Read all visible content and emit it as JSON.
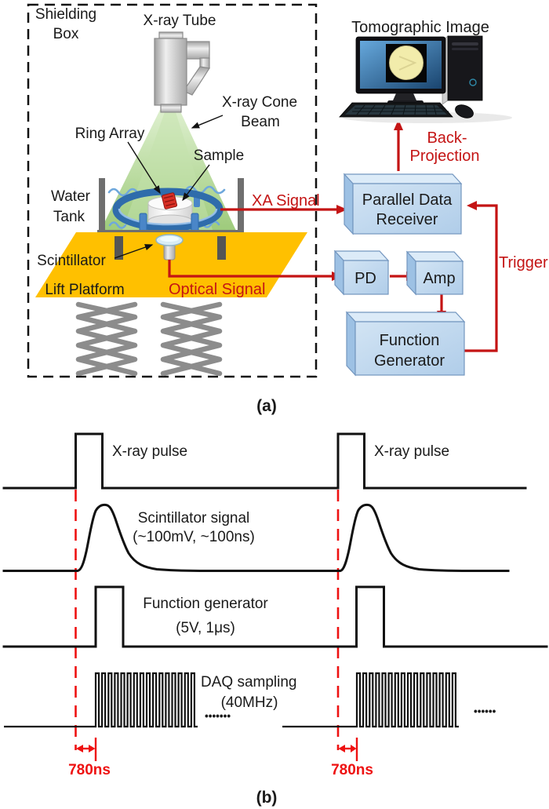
{
  "panel_a": {
    "caption": "(a)",
    "labels": {
      "shielding_line1": "Shielding",
      "shielding_line2": "Box",
      "xray_tube": "X-ray Tube",
      "cone_line1": "X-ray Cone",
      "cone_line2": "Beam",
      "ring_array": "Ring Array",
      "sample": "Sample",
      "water_line1": "Water",
      "water_line2": "Tank",
      "scintillator": "Scintillator",
      "lift_platform": "Lift Platform",
      "tomographic_image": "Tomographic Image"
    },
    "signals": {
      "xa": "XA Signal",
      "optical": "Optical Signal",
      "back_projection_line1": "Back-",
      "back_projection_line2": "Projection",
      "trigger": "Trigger"
    },
    "blocks": {
      "receiver_line1": "Parallel Data",
      "receiver_line2": "Receiver",
      "pd": "PD",
      "amp": "Amp",
      "generator_line1": "Function",
      "generator_line2": "Generator"
    }
  },
  "panel_b": {
    "caption": "(b)",
    "xray_pulse_label_1": "X-ray pulse",
    "xray_pulse_label_2": "X-ray pulse",
    "scint_line1": "Scintillator signal",
    "scint_line2": "(~100mV, ~100ns)",
    "fg_line1": "Function generator",
    "fg_line2": "(5V, 1μs)",
    "daq_line1": "DAQ sampling",
    "daq_line2": "(40MHz)",
    "delay_1": "780ns",
    "delay_2": "780ns",
    "ellipsis_1": "•••••••",
    "ellipsis_2": "••••••"
  },
  "colors": {
    "annotation_red_a": "#c41414",
    "annotation_red_b": "#ee1111",
    "block_fill": "#bdd7ee",
    "platform_orange": "#ffc000",
    "cone_green": "#8cc163",
    "ring_blue": "#3a79b8"
  }
}
